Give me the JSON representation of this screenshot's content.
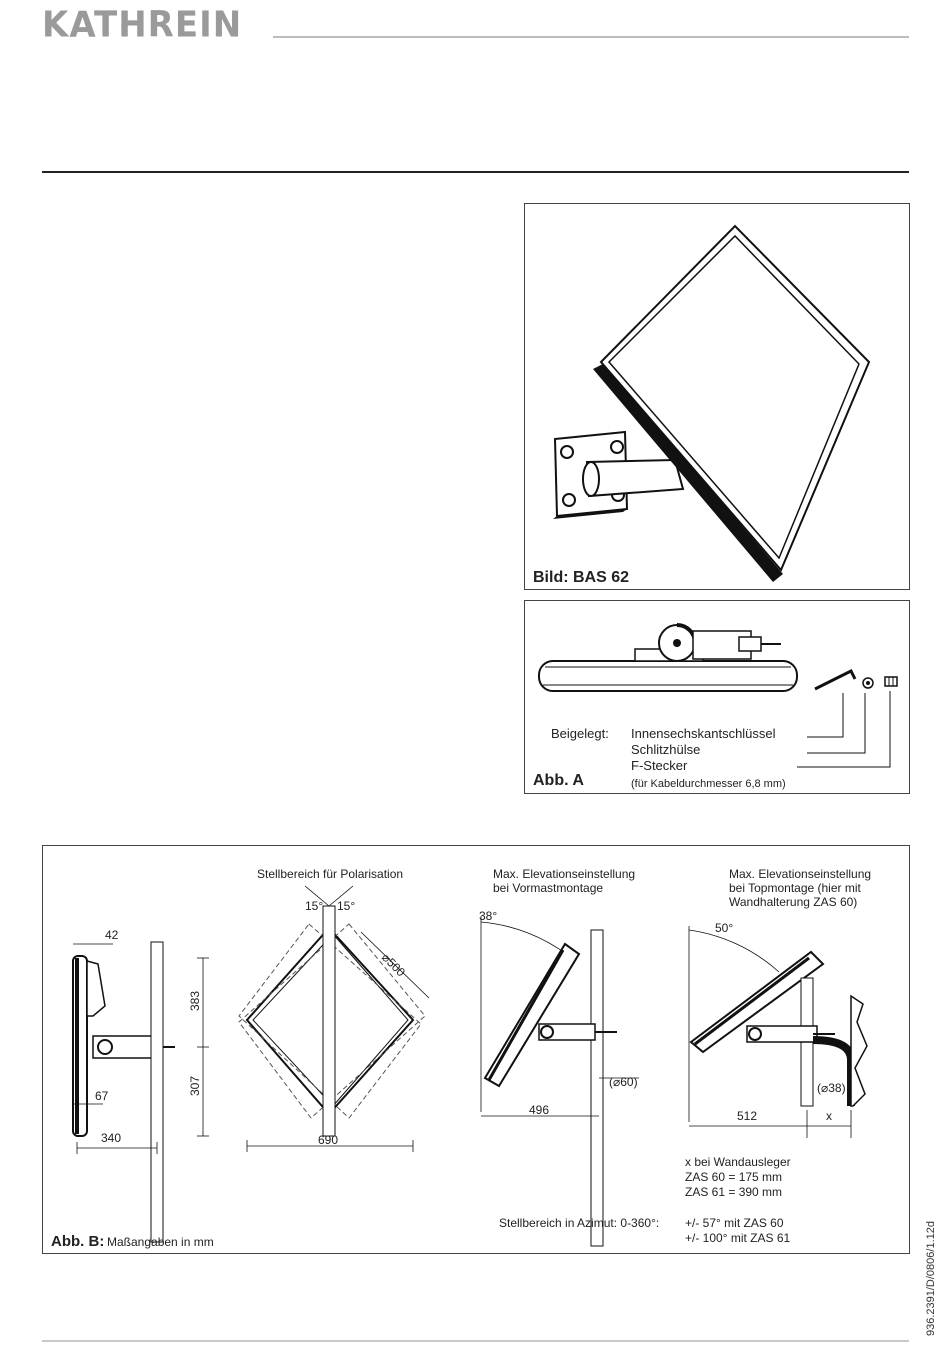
{
  "header": {
    "logo_text": "KATHREIN"
  },
  "figure_bas": {
    "caption": "Bild: BAS 62"
  },
  "figure_a": {
    "caption": "Abb. A",
    "included_label": "Beigelegt:",
    "items": [
      "Innensechskantschlüssel",
      "Schlitzhülse",
      "F-Stecker"
    ],
    "note": "(für Kabeldurchmesser 6,8 mm)"
  },
  "figure_b": {
    "caption_bold": "Abb. B:",
    "caption_rest": "Maßangaben in mm",
    "side_view": {
      "dim_top": "42",
      "dim_upper": "383",
      "dim_lower": "307",
      "dim_left": "67",
      "dim_width": "340"
    },
    "polarisation": {
      "title": "Stellbereich für Polarisation",
      "angle_left": "15°",
      "angle_right": "15°",
      "diameter": "⌀500",
      "width": "690"
    },
    "elev_mast": {
      "title_line1": "Max. Elevationseinstellung",
      "title_line2": "bei Vormastmontage",
      "angle": "38°",
      "pipe": "(⌀60)",
      "width": "496"
    },
    "elev_top": {
      "title_line1": "Max. Elevationseinstellung",
      "title_line2": "bei Topmontage (hier mit",
      "title_line3": "Wandhalterung ZAS 60)",
      "angle": "50°",
      "pipe": "(⌀38)",
      "width": "512",
      "x_label": "x"
    },
    "x_note": {
      "line1": "x bei Wandausleger",
      "line2": "ZAS 60 = 175 mm",
      "line3": "ZAS 61 = 390 mm"
    },
    "azimuth": {
      "label": "Stellbereich in Azimut: 0-360°:",
      "line1": "+/-   57° mit ZAS 60",
      "line2": "+/- 100° mit ZAS 61"
    }
  },
  "footer": {
    "doc_number": "936.2391/D/0806/1.12d"
  }
}
